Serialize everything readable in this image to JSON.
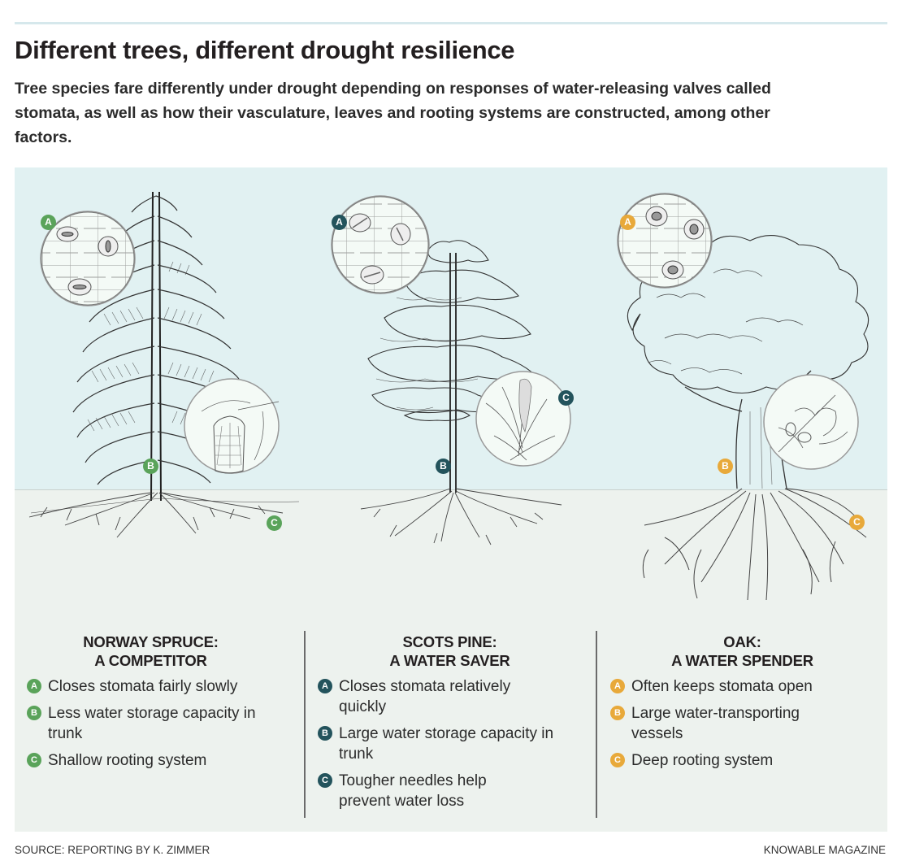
{
  "header": {
    "title": "Different trees, different drought resilience",
    "subtitle": "Tree species fare differently under drought depending on responses of water-releasing valves called stomata, as well as how their vasculature, leaves and rooting systems are constructed, among other factors."
  },
  "colors": {
    "sky": "#e1f1f2",
    "ground": "#edf2ee",
    "spruce_badge": "#5aa35a",
    "pine_badge": "#23535c",
    "oak_badge": "#e8a93a",
    "divider": "#6b6b6b"
  },
  "trees": [
    {
      "id": "spruce",
      "heading_line1": "NORWAY SPRUCE:",
      "heading_line2": "A COMPETITOR",
      "items": [
        {
          "marker": "A",
          "text": "Closes stomata fairly slowly"
        },
        {
          "marker": "B",
          "text": "Less water storage capacity in trunk"
        },
        {
          "marker": "C",
          "text": "Shallow rooting system"
        }
      ],
      "diagram_markers": [
        "A",
        "B",
        "C"
      ]
    },
    {
      "id": "pine",
      "heading_line1": "SCOTS PINE:",
      "heading_line2": "A WATER SAVER",
      "items": [
        {
          "marker": "A",
          "text": "Closes stomata relatively quickly"
        },
        {
          "marker": "B",
          "text": "Large water storage capacity in trunk"
        },
        {
          "marker": "C",
          "text": "Tougher needles help prevent water loss"
        }
      ],
      "diagram_markers": [
        "A",
        "B",
        "C"
      ]
    },
    {
      "id": "oak",
      "heading_line1": "OAK:",
      "heading_line2": "A WATER SPENDER",
      "items": [
        {
          "marker": "A",
          "text": "Often keeps stomata open"
        },
        {
          "marker": "B",
          "text": "Large water-transporting vessels"
        },
        {
          "marker": "C",
          "text": "Deep rooting system"
        }
      ],
      "diagram_markers": [
        "A",
        "B",
        "C"
      ]
    }
  ],
  "footer": {
    "source": "SOURCE: REPORTING BY K. ZIMMER",
    "credit": "KNOWABLE MAGAZINE"
  }
}
